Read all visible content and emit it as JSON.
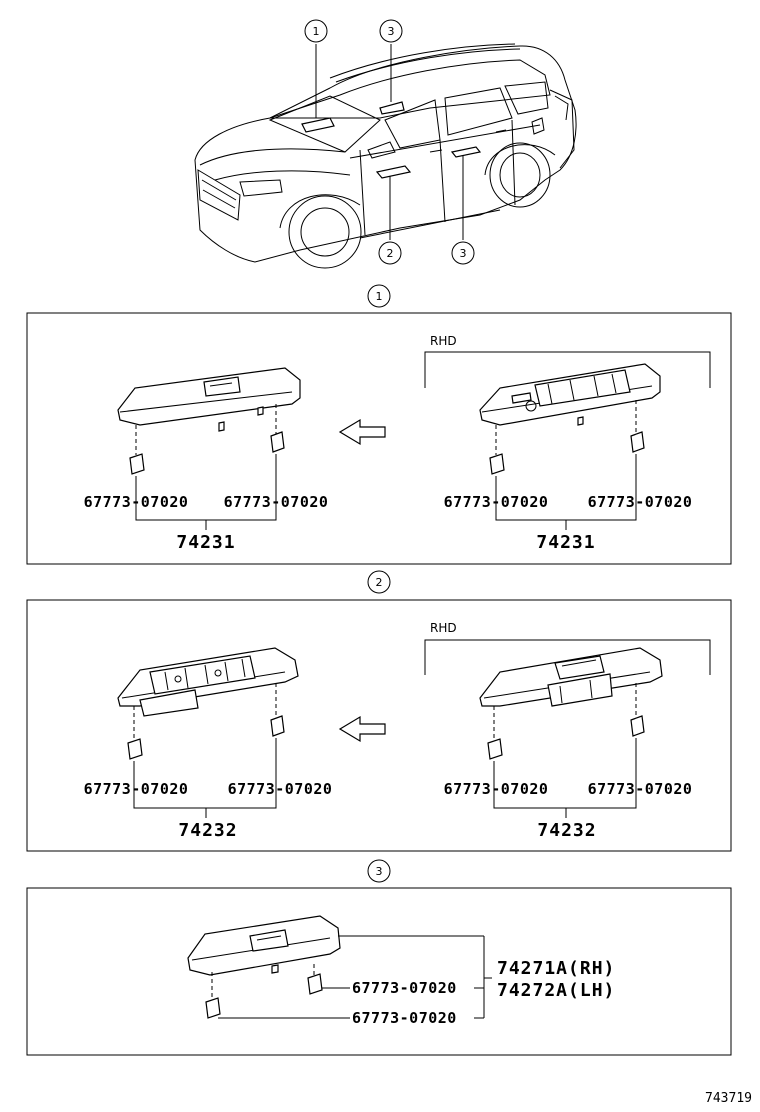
{
  "callouts": {
    "one": "1",
    "two": "2",
    "three": "3"
  },
  "section1": {
    "rhd_label": "RHD",
    "left_clip_a": "67773-07020",
    "left_clip_b": "67773-07020",
    "left_assembly": "74231",
    "right_clip_a": "67773-07020",
    "right_clip_b": "67773-07020",
    "right_assembly": "74231"
  },
  "section2": {
    "rhd_label": "RHD",
    "left_clip_a": "67773-07020",
    "left_clip_b": "67773-07020",
    "left_assembly": "74232",
    "right_clip_a": "67773-07020",
    "right_clip_b": "67773-07020",
    "right_assembly": "74232"
  },
  "section3": {
    "assembly_rh": "74271A(RH)",
    "assembly_lh": "74272A(LH)",
    "clip_upper": "67773-07020",
    "clip_lower": "67773-07020"
  },
  "figure_number": "743719",
  "icons": [
    "suv-outline-icon",
    "arrow-left-icon",
    "clip-icon",
    "switch-base-icon"
  ]
}
